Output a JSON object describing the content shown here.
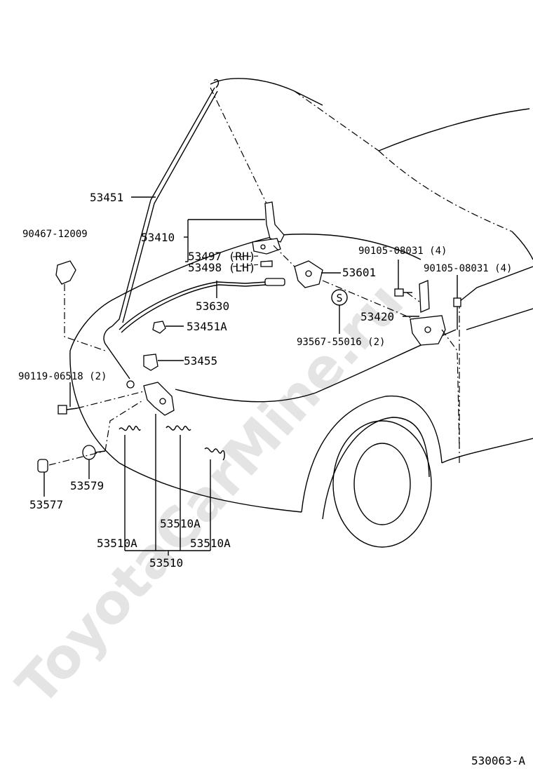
{
  "diagram": {
    "watermark": "ToyotaCarMine.ru",
    "figure_code": "530063-A",
    "labels": {
      "p53451": "53451",
      "p53410": "53410",
      "p53497": "53497 (RH)",
      "p53498": "53498 (LH)",
      "p90467": "90467-12009",
      "p53630": "53630",
      "p53601": "53601",
      "p90105a": "90105-08031 (4)",
      "p90105b": "90105-08031 (4)",
      "p53420": "53420",
      "p93567": "93567-55016 (2)",
      "s_symbol": "S",
      "p53451A": "53451A",
      "p53455": "53455",
      "p90119": "90119-06518 (2)",
      "p53579": "53579",
      "p53577": "53577",
      "p53510A_mid": "53510A",
      "p53510A_left": "53510A",
      "p53510A_right": "53510A",
      "p53510": "53510"
    }
  }
}
